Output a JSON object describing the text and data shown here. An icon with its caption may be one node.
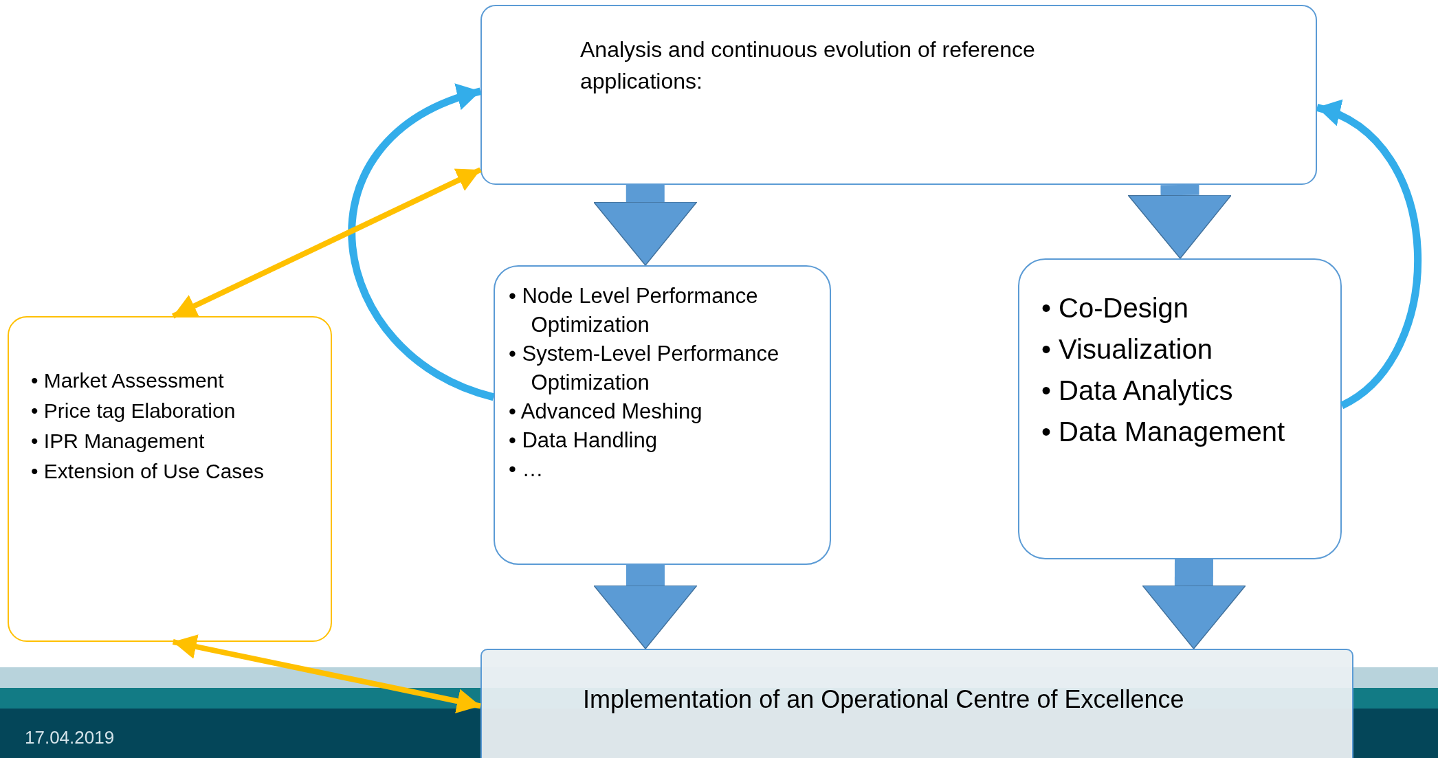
{
  "diagram": {
    "nodes": [
      {
        "text": [
          "Analysis and continuous evolution of reference applications:"
        ]
      },
      {
        "text": [
          "• Node Level Performance Optimization",
          "• System-Level Performance Optimization",
          "• Advanced Meshing",
          "• Data Handling",
          "• …"
        ]
      },
      {
        "text": [
          "• Co-Design",
          "• Visualization",
          "• Data Analytics",
          "• Data Management"
        ]
      },
      {
        "text": [
          "• Market Assessment",
          "• Price tag Elaboration",
          "• IPR Management",
          "• Extension of Use Cases"
        ]
      },
      {
        "text": [
          "Implementation of an Operational Centre of Excellence"
        ]
      }
    ],
    "edges": [
      {
        "from": 0,
        "to": 1,
        "arrow": "to",
        "style": "thick",
        "color": "#5b9bd5"
      },
      {
        "from": 0,
        "to": 2,
        "arrow": "to",
        "style": "thick",
        "color": "#5b9bd5"
      },
      {
        "from": 1,
        "to": 4,
        "arrow": "to",
        "style": "thick",
        "color": "#5b9bd5"
      },
      {
        "from": 2,
        "to": 4,
        "arrow": "to",
        "style": "thick",
        "color": "#5b9bd5"
      },
      {
        "from": 1,
        "to": 0,
        "arrow": "to",
        "color": "#33adea"
      },
      {
        "from": 2,
        "to": 0,
        "arrow": "to",
        "color": "#33adea"
      },
      {
        "from": 0,
        "to": 3,
        "arrow": "both",
        "color": "#ffc000"
      },
      {
        "from": 3,
        "to": 4,
        "arrow": "both",
        "color": "#ffc000"
      }
    ],
    "labels": [
      "17.04.2019"
    ]
  }
}
